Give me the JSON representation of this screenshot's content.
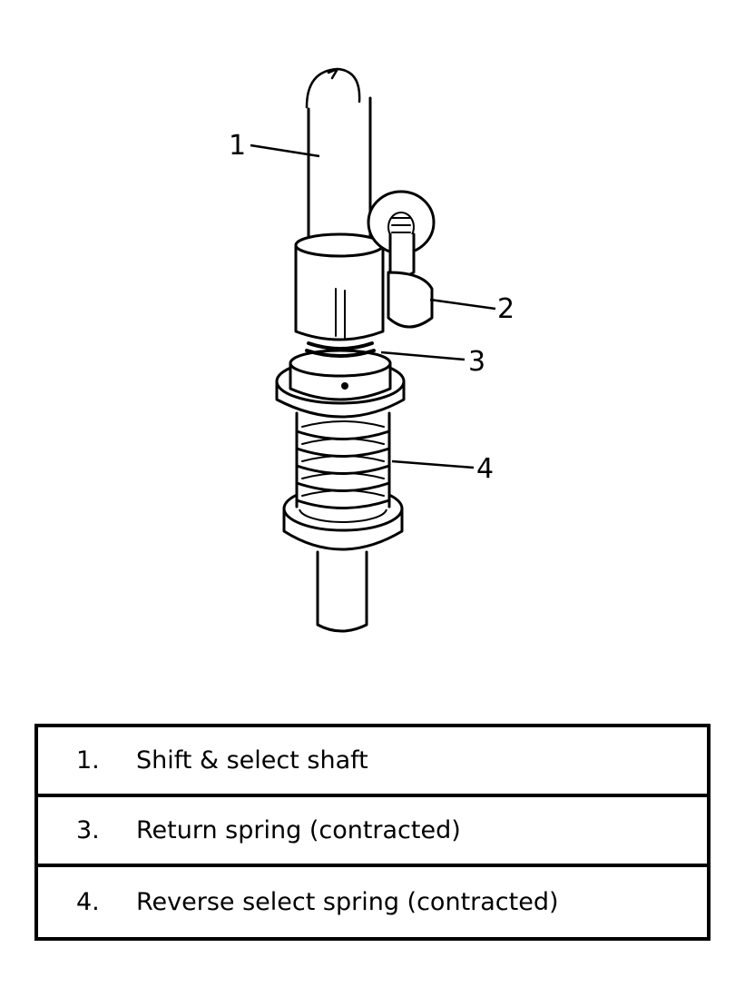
{
  "callouts": {
    "c1": "1",
    "c2": "2",
    "c3": "3",
    "c4": "4"
  },
  "legend": {
    "rows": [
      {
        "number": "1.",
        "description": "Shift & select shaft"
      },
      {
        "number": "3.",
        "description": "Return spring (contracted)"
      },
      {
        "number": "4.",
        "description": "Reverse select spring (contracted)"
      }
    ]
  }
}
